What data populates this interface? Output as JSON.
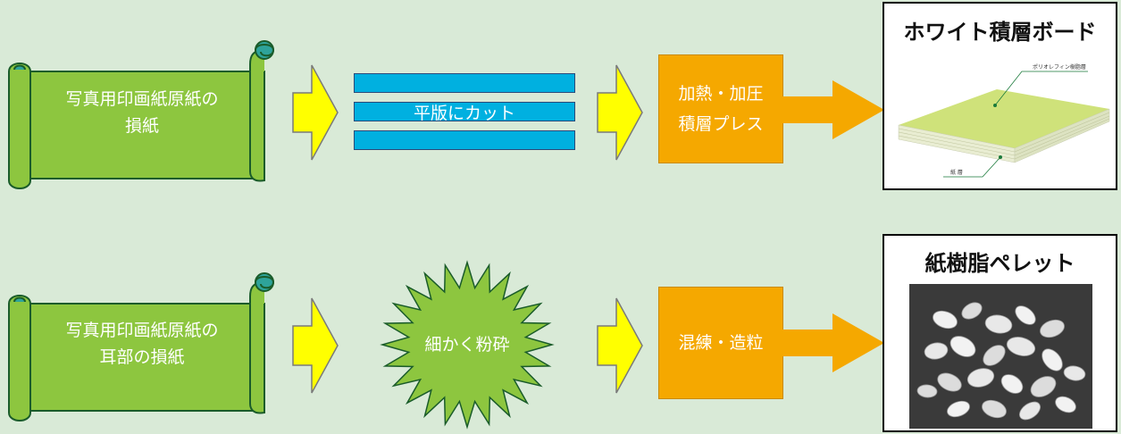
{
  "row1": {
    "scroll_line1": "写真用印画紙原紙の",
    "scroll_line2": "損紙",
    "cut_label": "平版にカット",
    "press_line1": "加熱・加圧",
    "press_line2": "積層プレス",
    "product_title": "ホワイト積層ボード",
    "layer_label_top": "ポリオレフィン樹脂層",
    "layer_label_bottom": "紙 層"
  },
  "row2": {
    "scroll_line1": "写真用印画紙原紙の",
    "scroll_line2": "耳部の損紙",
    "crush_label": "細かく粉砕",
    "knead_label": "混練・造粒",
    "product_title": "紙樹脂ペレット"
  },
  "colors": {
    "background": "#d9ead7",
    "scroll_green": "#8dc63f",
    "scroll_dark": "#1a5c2a",
    "arrow_yellow": "#ffff00",
    "strip_blue": "#00b0e0",
    "box_orange": "#f5a800",
    "starburst_green": "#8dc63f"
  }
}
